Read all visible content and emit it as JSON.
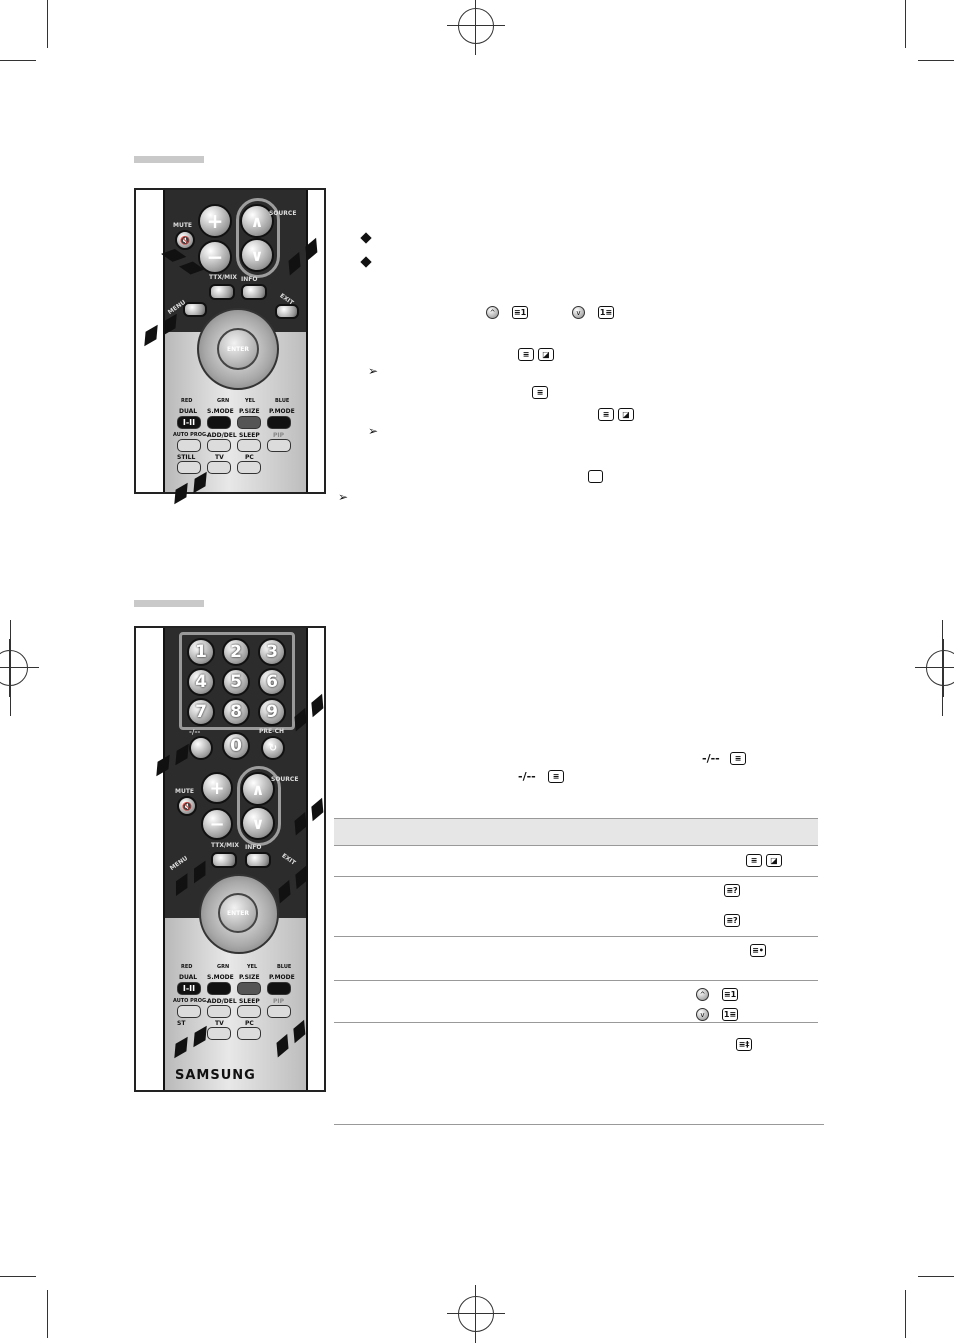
{
  "remote_top": {
    "labels": {
      "mute": "MUTE",
      "source": "SOURCE",
      "ttx_mix": "TTX/MIX",
      "info": "INFO",
      "menu": "MENU",
      "exit": "EXIT",
      "enter": "ENTER",
      "red": "RED",
      "grn": "GRN",
      "yel": "YEL",
      "blue": "BLUE",
      "dual": "DUAL",
      "dual_val": "I-II",
      "smode": "S.MODE",
      "psize": "P.SIZE",
      "pmode": "P.MODE",
      "auto_prog": "AUTO PROG.",
      "add_del": "ADD/DEL",
      "sleep": "SLEEP",
      "pip": "PIP",
      "still": "STILL",
      "tv": "TV",
      "pc": "PC"
    }
  },
  "remote_bottom": {
    "numbers": [
      "1",
      "2",
      "3",
      "4",
      "5",
      "6",
      "7",
      "8",
      "9",
      "0"
    ],
    "labels": {
      "dash": "-/--",
      "prech": "PRE-CH",
      "mute": "MUTE",
      "source": "SOURCE",
      "ttx_mix": "TTX/MIX",
      "info": "INFO",
      "menu": "MENU",
      "exit": "EXIT",
      "enter": "ENTER",
      "red": "RED",
      "grn": "GRN",
      "yel": "YEL",
      "blue": "BLUE",
      "dual": "DUAL",
      "dual_val": "I-II",
      "smode": "S.MODE",
      "psize": "P.SIZE",
      "pmode": "P.MODE",
      "auto_prog": "AUTO PROG.",
      "add_del": "ADD/DEL",
      "sleep": "SLEEP",
      "pip": "PIP",
      "still": "ST",
      "tv": "TV",
      "pc": "PC",
      "brand": "SAMSUNG"
    }
  },
  "inline_text": {
    "dash_symbol": "-/--"
  }
}
